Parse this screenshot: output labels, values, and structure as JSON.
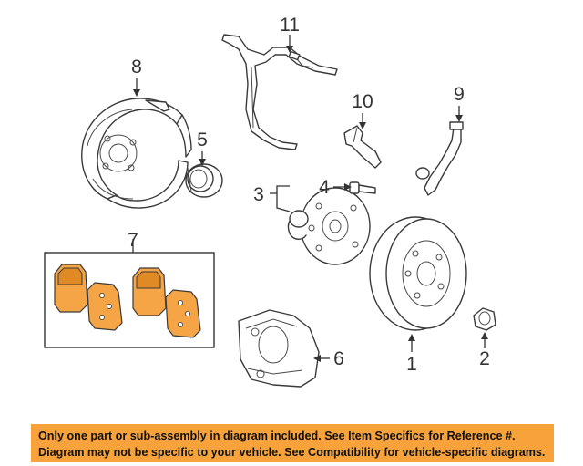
{
  "callouts": {
    "c1": "1",
    "c2": "2",
    "c3": "3",
    "c4": "4",
    "c5": "5",
    "c6": "6",
    "c7": "7",
    "c8": "8",
    "c9": "9",
    "c10": "10",
    "c11": "11"
  },
  "parts": [
    {
      "num": "1",
      "name": "brake-rotor"
    },
    {
      "num": "2",
      "name": "lug-nut"
    },
    {
      "num": "3",
      "name": "hub-assembly"
    },
    {
      "num": "4",
      "name": "hub-bolt"
    },
    {
      "num": "5",
      "name": "bearing-seal"
    },
    {
      "num": "6",
      "name": "caliper-bracket"
    },
    {
      "num": "7",
      "name": "brake-pad-set"
    },
    {
      "num": "8",
      "name": "backing-plate"
    },
    {
      "num": "9",
      "name": "brake-hose"
    },
    {
      "num": "10",
      "name": "abs-sensor"
    },
    {
      "num": "11",
      "name": "sensor-wire-harness"
    }
  ],
  "notice": {
    "line1": "Only one part or sub-assembly in diagram included. See Item Specifics for Reference #.",
    "line2": "Diagram may not be specific to your vehicle. See Compatibility for vehicle-specific diagrams."
  },
  "colors": {
    "highlight": "#f5a545",
    "banner": "#f7a23b",
    "line": "#333333"
  }
}
